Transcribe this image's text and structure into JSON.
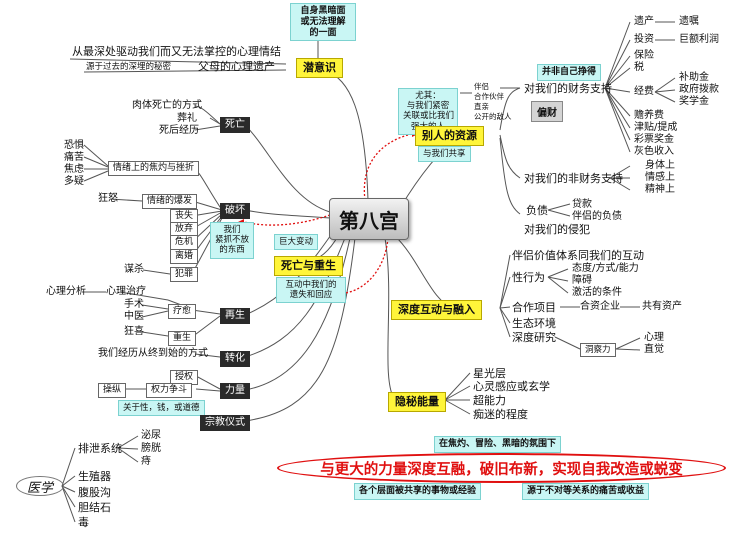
{
  "center": "第八宫",
  "top_note": [
    "自身黑暗面",
    "或无法理解",
    "的一面"
  ],
  "branches": {
    "subconscious": {
      "title": "潜意识",
      "l1": "从最深处驱动我们而又无法掌控的心理情结",
      "l2a": "源于过去的深埋的秘密",
      "l2b": "父母的心理遗产"
    },
    "resources": {
      "title": "别人的资源",
      "note": [
        "尤其：",
        "与我们紧密",
        "关联或比我们",
        "强大的人"
      ],
      "mini": [
        "伴侣",
        "合作伙伴",
        "直亲",
        "公开的敌人"
      ],
      "share": "与我们共享",
      "not_earned": "并非自己挣得",
      "financial": {
        "title": "对我们的财务支持",
        "tag": "偏财",
        "items": [
          "遗产",
          "投资",
          "保险",
          "税",
          "经费",
          "赡养费",
          "津贴/提成",
          "彩票奖金",
          "灰色收入"
        ],
        "legacy": "遗嘱",
        "invest": "巨额利润",
        "funds": [
          "补助金",
          "政府拨款",
          "奖学金"
        ]
      },
      "nonfinancial": {
        "title": "对我们的非财务支持",
        "items": [
          "身体上",
          "情感上",
          "精神上"
        ]
      },
      "debt": "负债",
      "debt_items": [
        "贷款",
        "伴侣的负债"
      ],
      "violation": "对我们的侵犯"
    },
    "death": {
      "title": "死亡",
      "items": [
        "肉体死亡的方式",
        "葬礼",
        "死后经历"
      ]
    },
    "destroy": {
      "title": "破坏",
      "emotion": "情绪上的焦灼与挫折",
      "emotion_items": [
        "恐惧",
        "痛苦",
        "焦虑",
        "多疑"
      ],
      "anger": "狂怒",
      "outburst": "情绪的爆发",
      "items": [
        "丧失",
        "放弃",
        "危机",
        "离婚",
        "犯罪"
      ],
      "cling": [
        "我们",
        "紧抓不放",
        "的东西"
      ],
      "murder": "谋杀"
    },
    "rebirth": {
      "title": "再生",
      "heal": "疗愈",
      "psych": "心理治疗",
      "analysis": "心理分析",
      "surgery": "手术",
      "tcm": "中医",
      "resurrect": "重生",
      "rapture": "狂喜"
    },
    "transform": {
      "title": "转化",
      "item": "我们经历从终到始的方式"
    },
    "power": {
      "title": "力量",
      "authority": "授权",
      "struggle": "权力争斗",
      "manipulate": "操纵",
      "about": "关于性，钱，或道德"
    },
    "religion": {
      "title": "宗教仪式"
    },
    "death_rebirth": {
      "title": "死亡与重生",
      "upheaval": "巨大变动",
      "legacy": [
        "互动中我们的",
        "遗失和回应"
      ]
    },
    "deep": {
      "title": "深度互动与融入",
      "items": [
        "伴侣价值体系同我们的互动",
        "性行为",
        "合作项目",
        "生态环境",
        "深度研究"
      ],
      "sex_sub": [
        "态度/方式/能力",
        "障碍",
        "激活的条件"
      ],
      "coop_a": "合资企业",
      "coop_b": "共有资产",
      "insight": "洞察力",
      "insight_sub": [
        "心理",
        "直觉"
      ]
    },
    "hidden": {
      "title": "隐秘能量",
      "items": [
        "星光层",
        "心灵感应或玄学",
        "超能力",
        "痴迷的程度"
      ]
    }
  },
  "notes": {
    "top": "在焦灼、冒险、黑暗的氛围下",
    "main": "与更大的力量深度互融，破旧布新，实现自我改造或蜕变",
    "left": "各个层面被共享的事物或经验",
    "right": "源于不对等关系的痛苦或收益"
  },
  "medicine": {
    "title": "医学",
    "excretion": "排泄系统",
    "excretion_items": [
      "泌尿",
      "膀胱",
      "痔"
    ],
    "items": [
      "生殖器",
      "腹股沟",
      "胆结石",
      "毒"
    ]
  }
}
